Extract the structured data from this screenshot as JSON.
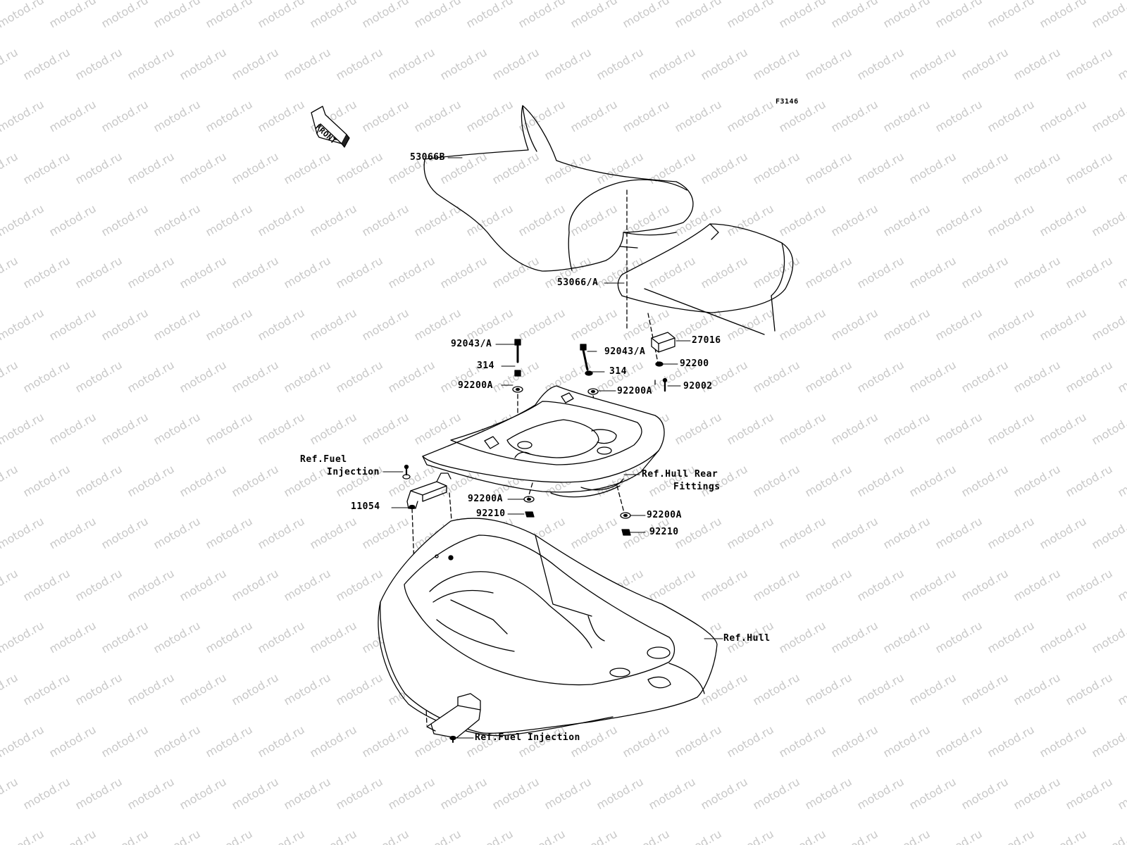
{
  "figure_code": "F3146",
  "front_arrow_text": "FRONT",
  "watermark_text": "motod.ru",
  "colors": {
    "line": "#000000",
    "watermark": "#c8c8c8"
  },
  "labels": {
    "seat_front": "53066B",
    "seat_rear": "53066/A",
    "bolt_left": "92043/A",
    "bolt_right": "92043/A",
    "collar_left": "314",
    "collar_right": "314",
    "washer_left": "92200A",
    "washer_right": "92200A",
    "latch": "27016",
    "latch_washer": "92200",
    "latch_screw": "92002",
    "ref_fuel_top_line1": "Ref.Fuel",
    "ref_fuel_top_line2": "Injection",
    "bracket": "11054",
    "washer_mid": "92200A",
    "nut_mid": "92210",
    "ref_hull_rear_line1": "Ref.Hull Rear",
    "ref_hull_rear_line2": "Fittings",
    "washer_lower_right": "92200A",
    "nut_lower_right": "92210",
    "ref_hull": "Ref.Hull",
    "ref_fuel_bottom": "Ref.Fuel Injection"
  }
}
